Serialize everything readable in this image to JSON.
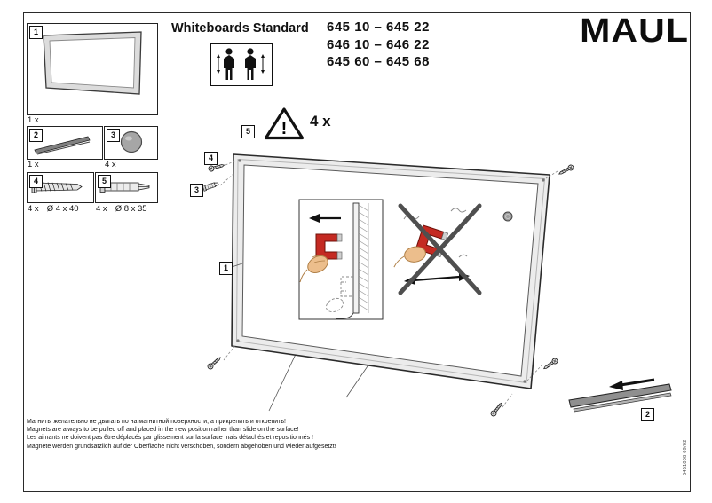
{
  "header": {
    "title": "Whiteboards Standard",
    "models": [
      "645 10 – 645 22",
      "646 10 – 646 22",
      "645 60 – 645 68"
    ],
    "brand": "MAUL"
  },
  "parts": {
    "p1": {
      "num": "1",
      "qty": "1 x"
    },
    "p2": {
      "num": "2",
      "qty": "1 x"
    },
    "p3": {
      "num": "3",
      "qty": "4 x"
    },
    "p4": {
      "num": "4",
      "qty": "4 x",
      "size": "Ø 4 x 40"
    },
    "p5": {
      "num": "5",
      "qty": "4 x",
      "size": "Ø 8 x 35"
    }
  },
  "diagram": {
    "warning_qty": "4 x",
    "warning_mark": "!",
    "callouts": {
      "c1": "1",
      "c2": "2",
      "c3": "3",
      "c4": "4",
      "c5": "5"
    }
  },
  "notes": [
    "Магниты желательно не двигать по на магнитной поверхности, а прикрепить и открепить!",
    "Magnets are always to be pulled off and placed in the new position rather than slide on the surface!",
    "Les aimants ne doivent pas être déplacés par glissement sur la surface mais détachés et repositionnés !",
    "Magnete werden grundsätzlich auf der Oberfläche nicht verschoben, sondern abgehoben und wieder aufgesetzt!"
  ],
  "footer": {
    "doc_code": "6451008 09/02"
  }
}
